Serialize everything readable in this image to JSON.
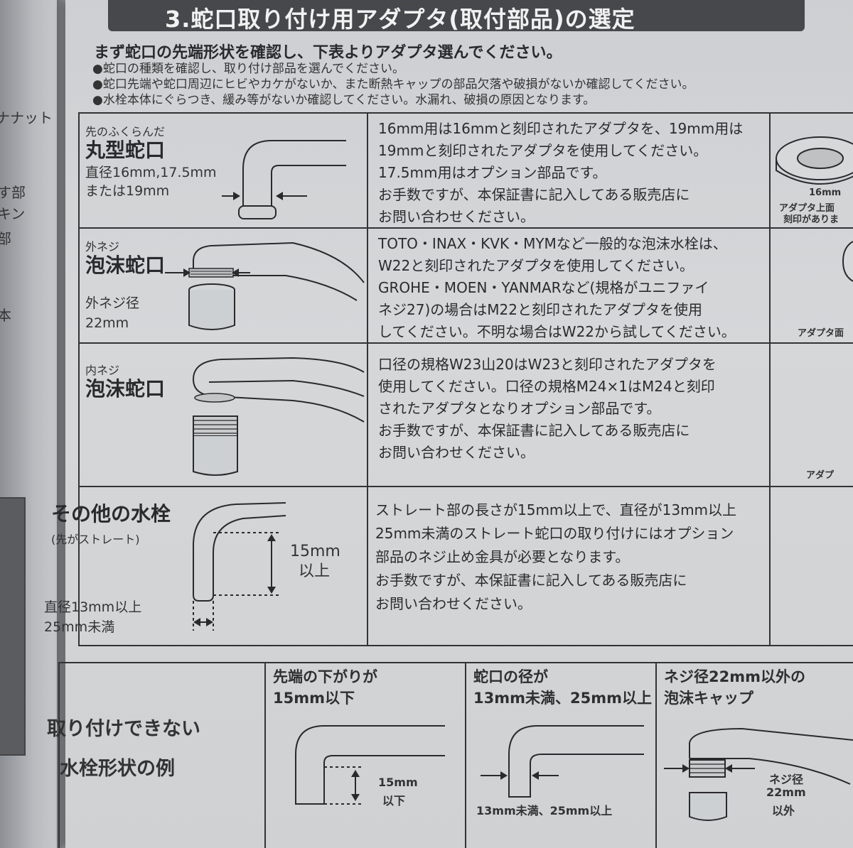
{
  "left_page": {
    "lines": [
      "ナナット",
      "す部",
      "キン",
      "部",
      "本"
    ]
  },
  "header": {
    "title": "3.蛇口取り付け用アダプタ(取付部品)の選定"
  },
  "intro": {
    "lead": "まず蛇口の先端形状を確認し、下表よりアダプタ選んでください。",
    "bullets": [
      "●蛇口の種類を確認し、取り付け部品を選んでください。",
      "●蛇口先端や蛇口周辺にヒビやカケがないか、また断熱キャップの部品欠落や破損がないか確認してください。",
      "●水栓本体にぐらつき、緩み等がないか確認してください。水漏れ、破損の原因となります。"
    ]
  },
  "rows": [
    {
      "small_label": "先のふくらんだ",
      "name": "丸型蛇口",
      "spec": [
        "直径16mm,17.5mm",
        "または19mm"
      ],
      "text": [
        "16mm用は16mmと刻印されたアダプタを、19mm用は",
        "19mmと刻印されたアダプタを使用してください。",
        "17.5mm用はオプション部品です。",
        "お手数ですが、本保証書に記入してある販売店に",
        "お問い合わせください。"
      ]
    },
    {
      "small_label": "外ネジ",
      "name": "泡沫蛇口",
      "spec": [
        "外ネジ径",
        "22mm"
      ],
      "text": [
        "TOTO・INAX・KVK・MYMなど一般的な泡沫水栓は、",
        "W22と刻印されたアダプタを使用してください。",
        "GROHE・MOEN・YANMARなど(規格がユニファイ",
        "ネジ27)の場合はM22と刻印されたアダプタを使用",
        "してください。不明な場合はW22から試してください。"
      ]
    },
    {
      "small_label": "内ネジ",
      "name": "泡沫蛇口",
      "spec": [],
      "text": [
        "口径の規格W23山20はW23と刻印されたアダプタを",
        "使用してください。口径の規格M24×1はM24と刻印",
        "されたアダプタとなりオプション部品です。",
        "お手数ですが、本保証書に記入してある販売店に",
        "お問い合わせください。"
      ]
    },
    {
      "name": "その他の水栓",
      "small_label": "(先がストレート)",
      "measure": [
        "15mm",
        "以上"
      ],
      "spec": [
        "直径13mm以上",
        "25mm未満"
      ],
      "text": [
        "ストレート部の長さが15mm以上で、直径が13mm以上",
        "25mm未満のストレート蛇口の取り付けにはオプション",
        "部品のネジ止め金具が必要となります。",
        "お手数ですが、本保証書に記入してある販売店に",
        "お問い合わせください。"
      ]
    }
  ],
  "side_column": {
    "row1": [
      "16mm",
      "アダプタ上面",
      "刻印がありま"
    ],
    "row2": [
      "アダプタ面"
    ],
    "row3": [
      "アダプ"
    ]
  },
  "bottom": {
    "title": [
      "取り付けできない",
      "水栓形状の例"
    ],
    "cases": [
      {
        "head": [
          "先端の下がりが",
          "15mm以下"
        ],
        "note": [
          "15mm",
          "以下"
        ]
      },
      {
        "head": [
          "蛇口の径が",
          "13mm未満、25mm以上"
        ],
        "note": [
          "13mm未満、25mm以上"
        ]
      },
      {
        "head": [
          "ネジ径22mm以外の",
          "泡沫キャップ"
        ],
        "note": [
          "ネジ径",
          "22mm",
          "以外"
        ]
      }
    ]
  },
  "colors": {
    "title_bar": "#47484c",
    "page": "#d2d4d6",
    "ink": "#2a2a2c"
  }
}
